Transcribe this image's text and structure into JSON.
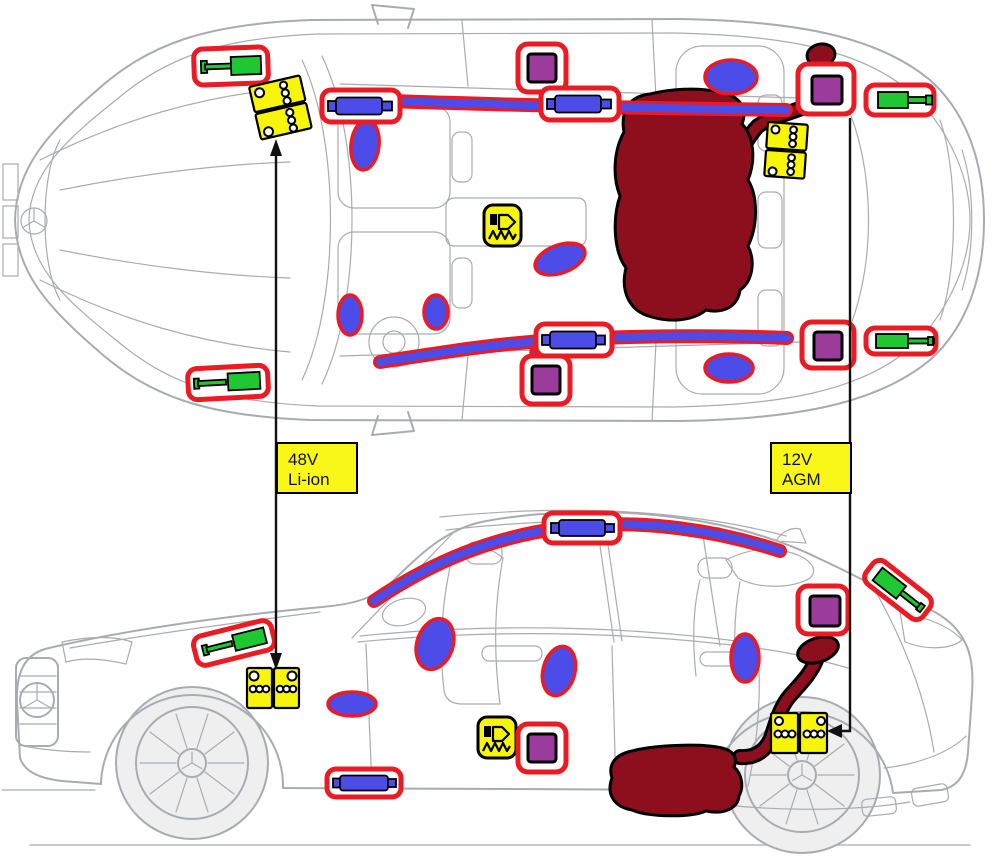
{
  "diagram": {
    "description": "Rescue-sheet style diagram of an SUV shown in top view and side view, marking pyrotechnic components, airbags, gas struts, batteries and the fuel system",
    "views": [
      "top view",
      "side view"
    ]
  },
  "labels": {
    "battery_48v": {
      "line1": "48V",
      "line2": "Li-ion"
    },
    "battery_12v": {
      "line1": "12V",
      "line2": "AGM"
    }
  },
  "colors": {
    "marker_red": "#ec1b23",
    "airbag_blue": "#4c4ce8",
    "strut_green": "#1fc733",
    "pretensioner_purple": "#9b3b9b",
    "battery_yellow": "#f7f50a",
    "label_yellow": "#f9f718",
    "fuel_dark_red": "#8d0f1d",
    "car_gray": "#a8acb2",
    "line_black": "#111111"
  },
  "components": {
    "top_view": [
      {
        "name": "gas-strut-hood-upper",
        "type": "gas strut",
        "color": "green"
      },
      {
        "name": "battery-48v-top",
        "type": "48V lithium-ion battery",
        "color": "yellow"
      },
      {
        "name": "curtain-inflator-front-left",
        "type": "curtain airbag inflator",
        "color": "blue"
      },
      {
        "name": "pretensioner-roof-front",
        "type": "pyrotechnic unit",
        "color": "purple"
      },
      {
        "name": "curtain-inflator-mid-left",
        "type": "curtain airbag inflator",
        "color": "blue"
      },
      {
        "name": "curtain-airbag-left-rail",
        "type": "curtain airbag",
        "color": "blue"
      },
      {
        "name": "curtain-airbag-right-rail",
        "type": "curtain airbag",
        "color": "blue"
      },
      {
        "name": "curtain-inflator-right",
        "type": "curtain airbag inflator",
        "color": "blue"
      },
      {
        "name": "capacitor-console",
        "type": "capacitor module",
        "color": "yellow"
      },
      {
        "name": "seat-airbag-front-upper",
        "type": "airbag",
        "color": "blue"
      },
      {
        "name": "center-airbag",
        "type": "airbag",
        "color": "blue"
      },
      {
        "name": "seat-airbag-front-lower-1",
        "type": "airbag",
        "color": "blue"
      },
      {
        "name": "seat-airbag-front-lower-2",
        "type": "airbag",
        "color": "blue"
      },
      {
        "name": "rear-airbag-upper",
        "type": "airbag",
        "color": "blue"
      },
      {
        "name": "rear-airbag-lower",
        "type": "airbag",
        "color": "blue"
      },
      {
        "name": "pretensioner-rear-upper",
        "type": "pyrotechnic unit",
        "color": "purple"
      },
      {
        "name": "pretensioner-floor-lower",
        "type": "pyrotechnic unit",
        "color": "purple"
      },
      {
        "name": "pretensioner-rear-lower",
        "type": "pyrotechnic unit",
        "color": "purple"
      },
      {
        "name": "battery-12v-top",
        "type": "12V AGM battery",
        "color": "yellow"
      },
      {
        "name": "fuel-tank-top",
        "type": "fuel tank",
        "color": "dark red"
      },
      {
        "name": "fuel-filler-top",
        "type": "fuel filler neck",
        "color": "dark red"
      },
      {
        "name": "gas-strut-tailgate-upper",
        "type": "gas strut",
        "color": "green"
      },
      {
        "name": "gas-strut-hood-lower",
        "type": "gas strut",
        "color": "green"
      },
      {
        "name": "gas-strut-tailgate-lower",
        "type": "gas strut",
        "color": "green"
      }
    ],
    "side_view": [
      {
        "name": "gas-strut-hood-side",
        "type": "gas strut",
        "color": "green"
      },
      {
        "name": "battery-48v-side",
        "type": "48V lithium-ion battery",
        "color": "yellow"
      },
      {
        "name": "curtain-airbag-roofline",
        "type": "curtain airbag",
        "color": "blue"
      },
      {
        "name": "curtain-inflator-roof-side",
        "type": "curtain airbag inflator",
        "color": "blue"
      },
      {
        "name": "dash-airbag-side",
        "type": "airbag",
        "color": "blue"
      },
      {
        "name": "seat-airbag-side",
        "type": "airbag",
        "color": "blue"
      },
      {
        "name": "bpillar-airbag-side",
        "type": "airbag",
        "color": "blue"
      },
      {
        "name": "rear-airbag-side",
        "type": "airbag",
        "color": "blue"
      },
      {
        "name": "capacitor-side",
        "type": "capacitor module",
        "color": "yellow"
      },
      {
        "name": "pretensioner-seat-side",
        "type": "pyrotechnic unit",
        "color": "purple"
      },
      {
        "name": "sill-inflator-side",
        "type": "airbag inflator",
        "color": "blue"
      },
      {
        "name": "pretensioner-cpillar-side",
        "type": "pyrotechnic unit",
        "color": "purple"
      },
      {
        "name": "gas-strut-tailgate-side",
        "type": "gas strut",
        "color": "green"
      },
      {
        "name": "battery-12v-side",
        "type": "12V AGM battery",
        "color": "yellow"
      },
      {
        "name": "fuel-tank-side",
        "type": "fuel tank",
        "color": "dark red"
      },
      {
        "name": "fuel-filler-side",
        "type": "fuel filler neck",
        "color": "dark red"
      }
    ]
  },
  "connectors": [
    {
      "label": "48V Li-ion",
      "style": "double-arrow vertical",
      "links": [
        "battery-48v-top",
        "battery-48v-side"
      ]
    },
    {
      "label": "12V AGM",
      "style": "arrow to side battery",
      "links": [
        "battery-12v-side"
      ]
    }
  ]
}
